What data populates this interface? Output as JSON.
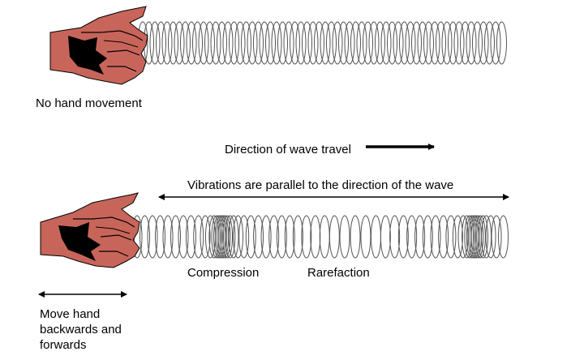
{
  "labels": {
    "no_hand_movement": "No hand movement",
    "direction_of_travel": "Direction of wave travel",
    "vibrations_note": "Vibrations are parallel to the direction of the wave",
    "compression": "Compression",
    "rarefaction": "Rarefaction",
    "move_hand_line1": "Move hand",
    "move_hand_line2": "backwards and",
    "move_hand_line3": "forwards"
  },
  "colors": {
    "skin": "#c8655a",
    "shadow": "#000000",
    "coil": "#555555",
    "arrow": "#000000"
  },
  "icons": {
    "hand_top": "hand-icon",
    "hand_bottom": "hand-icon",
    "spring_top": "slinky-spring-icon",
    "spring_bottom": "slinky-spring-icon"
  }
}
